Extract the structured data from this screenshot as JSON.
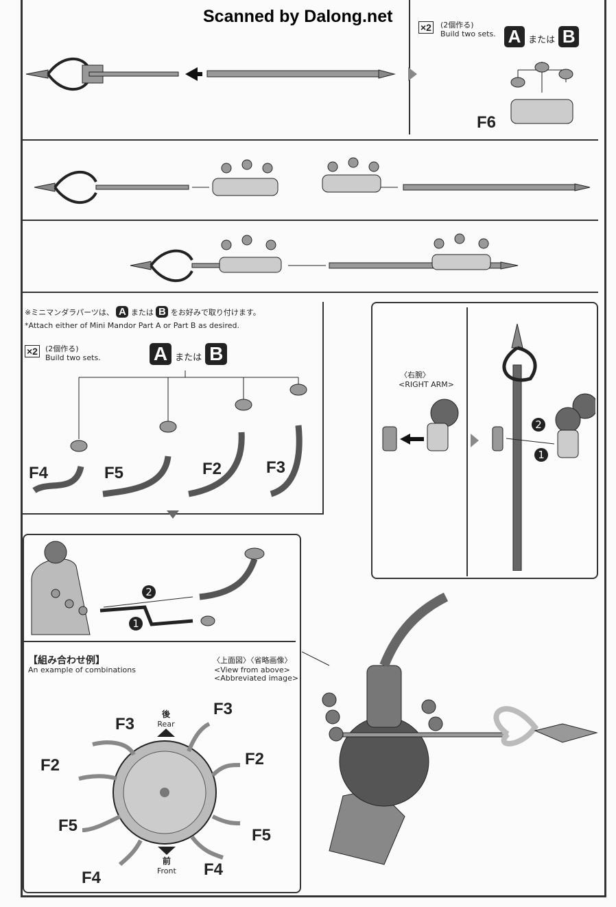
{
  "watermark": "Scanned by Dalong.net",
  "build_two": {
    "badge": "×2",
    "jp": "(2個作る)",
    "en": "Build two sets."
  },
  "part_choice": {
    "a": "A",
    "or": "または",
    "b": "B"
  },
  "part_f6": "F6",
  "note": {
    "jp_pre": "※ミニマンダラパーツは、",
    "jp_mid": "または",
    "jp_post": "をお好みで取り付けます。",
    "en": "*Attach either of Mini Mandor Part A or Part B as desired."
  },
  "arm_labels": [
    "F4",
    "F5",
    "F2",
    "F3"
  ],
  "right_arm": {
    "jp": "〈右腕〉",
    "en": "<RIGHT ARM>"
  },
  "steps": [
    "2",
    "1"
  ],
  "combo": {
    "title_jp": "【組み合わせ例】",
    "title_en": "An example of combinations",
    "view_jp": "〈上面図〉〈省略画像〉",
    "view_en": "<View from above>",
    "abbr_en": "<Abbreviated image>"
  },
  "orientation": {
    "rear_jp": "後",
    "rear_en": "Rear",
    "front_jp": "前",
    "front_en": "Front"
  },
  "combo_labels": [
    "F3",
    "F3",
    "F2",
    "F2",
    "F5",
    "F5",
    "F4",
    "F4"
  ],
  "colors": {
    "ink": "#222222",
    "part": "#9a9a9a",
    "paper": "#fbfbfb"
  }
}
